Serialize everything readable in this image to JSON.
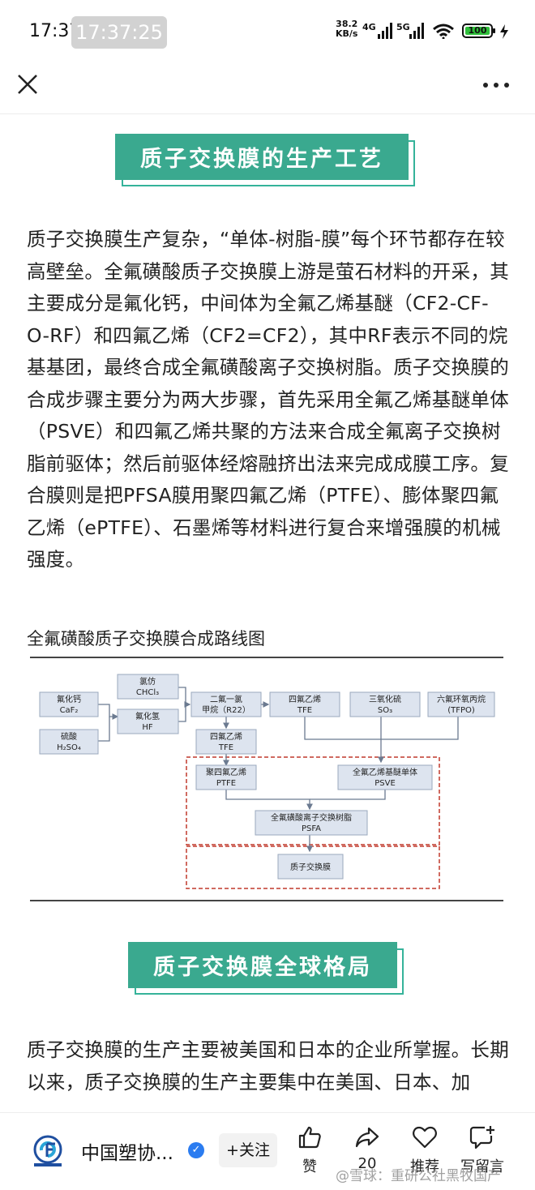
{
  "status_bar": {
    "time": "17:37",
    "time_overlay": "17:37:25",
    "net_speed_value": "38.2",
    "net_speed_unit": "KB/s",
    "network_1": "4G",
    "network_2": "5G",
    "battery": "100"
  },
  "headings": {
    "h1": "质子交换膜的生产工艺",
    "h2": "质子交换膜全球格局"
  },
  "paragraphs": {
    "p1": "质子交换膜生产复杂，“单体-树脂-膜”每个环节都存在较高壁垒。全氟磺酸质子交换膜上游是萤石材料的开采，其主要成分是氟化钙，中间体为全氟乙烯基醚（CF2-CF-O-RF）和四氟乙烯（CF2=CF2），其中RF表示不同的烷基基团，最终合成全氟磺酸离子交换树脂。质子交换膜的合成步骤主要分为两大步骤，首先采用全氟乙烯基醚单体（PSVE）和四氟乙烯共聚的方法来合成全氟离子交换树脂前驱体；然后前驱体经熔融挤出法来完成成膜工序。复合膜则是把PFSA膜用聚四氟乙烯（PTFE）、膨体聚四氟乙烯（ePTFE）、石墨烯等材料进行复合来增强膜的机械强度。",
    "p2": "质子交换膜的生产主要被美国和日本的企业所掌握。长期以来，质子交换膜的生产主要集中在美国、日本、加"
  },
  "figure": {
    "caption": "全氟磺酸质子交换膜合成路线图",
    "nodes": {
      "caf2_1": "氟化钙",
      "caf2_2": "CaF₂",
      "h2so4_1": "硫酸",
      "h2so4_2": "H₂SO₄",
      "chcl3_1": "氯仿",
      "chcl3_2": "CHCl₃",
      "hf_1": "氟化氢",
      "hf_2": "HF",
      "r22_1": "二氟一氯",
      "r22_2": "甲烷（R22）",
      "tfe_a1": "四氟乙烯",
      "tfe_a2": "TFE",
      "tfe_b1": "四氟乙烯",
      "tfe_b2": "TFE",
      "so3_1": "三氧化硫",
      "so3_2": "SO₃",
      "tfpo_1": "六氟环氧丙烷",
      "tfpo_2": "(TFPO)",
      "ptfe_1": "聚四氟乙烯",
      "ptfe_2": "PTFE",
      "psve_1": "全氟乙烯基醚单体",
      "psve_2": "PSVE",
      "psfa_1": "全氟磺酸离子交换树脂",
      "psfa_2": "PSFA",
      "pem": "质子交换膜"
    }
  },
  "bottom_bar": {
    "account_name": "中国塑协...",
    "follow_label": "+关注",
    "like_label": "赞",
    "share_count": "20",
    "recommend_label": "推荐",
    "comment_label": "写留言"
  },
  "watermark": "@雪球：重研公社黑牧国产",
  "colors": {
    "accent": "#3aa98f",
    "node_fill": "#dde4ef",
    "node_border": "#9aa8bd",
    "dashed_box": "#c0392b"
  }
}
